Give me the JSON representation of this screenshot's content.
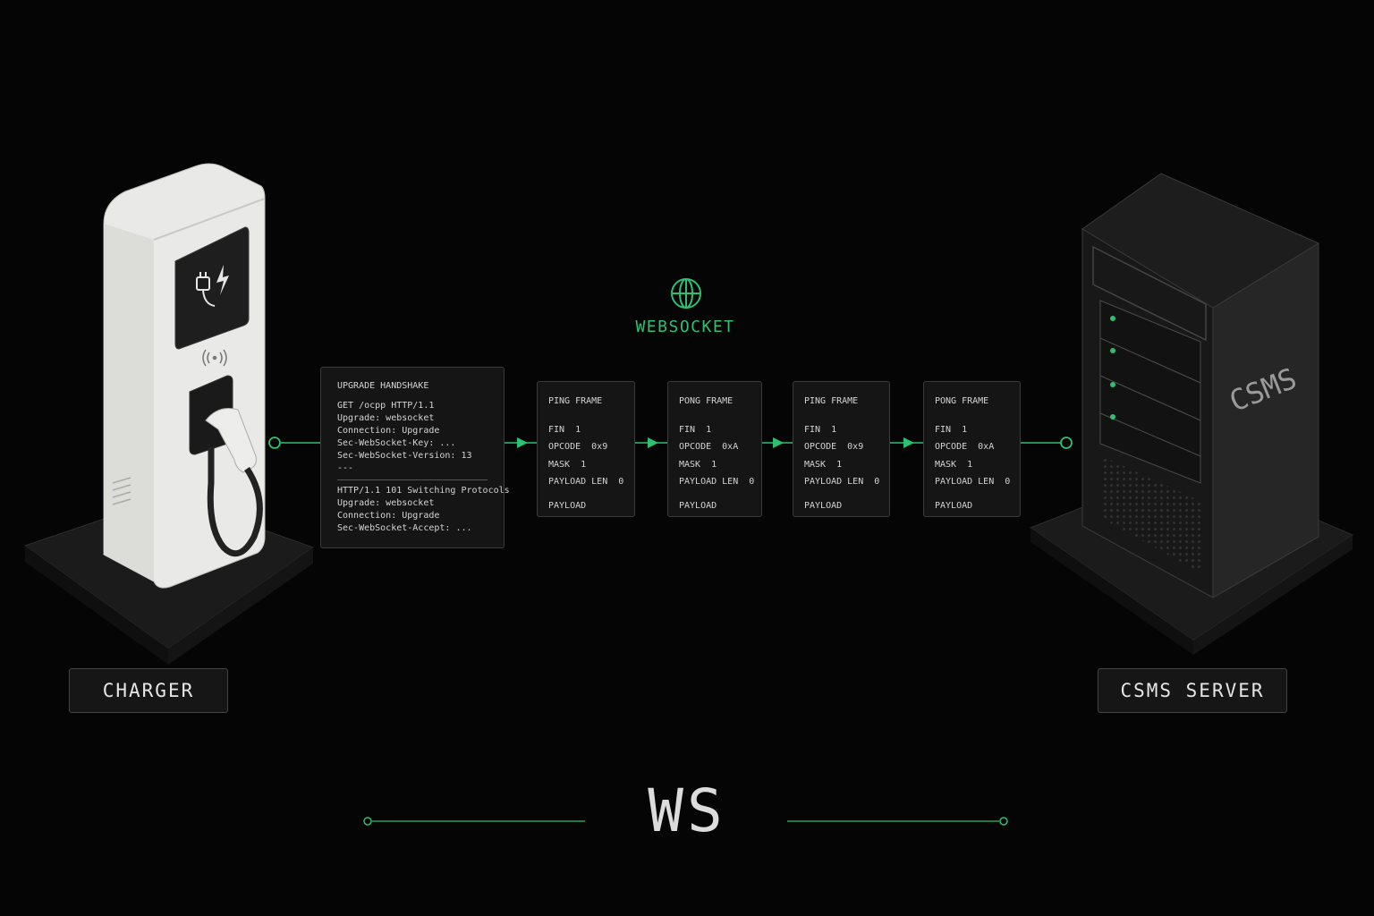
{
  "colors": {
    "accent": "#2fbf71",
    "background": "#050505",
    "panel": "#151515",
    "border": "#3a3a3a"
  },
  "protocol": {
    "title": "WEBSOCKET",
    "icon": "globe-icon",
    "footer": "WS"
  },
  "charger": {
    "label": "CHARGER",
    "screen_icons": [
      "plug-icon",
      "bolt-icon"
    ],
    "nfc_icon": "contactless-icon"
  },
  "server": {
    "label": "CSMS SERVER",
    "side_text": "CSMS"
  },
  "handshake": {
    "title": "UPGRADE HANDSHAKE",
    "request": [
      "GET /ocpp HTTP/1.1",
      "Upgrade: websocket",
      "Connection: Upgrade",
      "Sec-WebSocket-Key: ...",
      "Sec-WebSocket-Version: 13"
    ],
    "separator": "---",
    "response": [
      "HTTP/1.1 101 Switching Protocols",
      "Upgrade: websocket",
      "Connection: Upgrade",
      "Sec-WebSocket-Accept: ..."
    ]
  },
  "frames": [
    {
      "title": "PING FRAME",
      "fin": "FIN  1",
      "opcode": "OPCODE  0x9",
      "mask": "MASK  1",
      "payload_len": "PAYLOAD LEN  0",
      "payload": "PAYLOAD"
    },
    {
      "title": "PONG FRAME",
      "fin": "FIN  1",
      "opcode": "OPCODE  0xA",
      "mask": "MASK  1",
      "payload_len": "PAYLOAD LEN  0",
      "payload": "PAYLOAD"
    },
    {
      "title": "PING FRAME",
      "fin": "FIN  1",
      "opcode": "OPCODE  0x9",
      "mask": "MASK  1",
      "payload_len": "PAYLOAD LEN  0",
      "payload": "PAYLOAD"
    },
    {
      "title": "PONG FRAME",
      "fin": "FIN  1",
      "opcode": "OPCODE  0xA",
      "mask": "MASK  1",
      "payload_len": "PAYLOAD LEN  0",
      "payload": "PAYLOAD"
    }
  ]
}
